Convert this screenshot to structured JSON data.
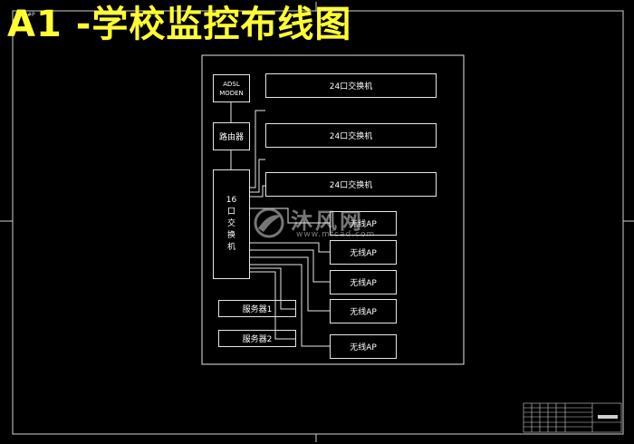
{
  "drawing": {
    "title": "A1 -学校监控布线图",
    "corner_mark": "#P"
  },
  "devices": {
    "adsl_line1": "ADSL",
    "adsl_line2": "MODEN",
    "router": "路由器",
    "switch16_chars": [
      "16",
      "口",
      "交",
      "换",
      "机"
    ],
    "switch24_a": "24口交换机",
    "switch24_b": "24口交换机",
    "switch24_c": "24口交换机",
    "server1": "服务器1",
    "server2": "服务器2",
    "ap1": "无线AP",
    "ap2": "无线AP",
    "ap3": "无线AP",
    "ap4": "无线AP",
    "ap5": "无线AP"
  },
  "watermark": {
    "text": "沐风网",
    "url": "www.mfcad.com"
  },
  "colors": {
    "background": "#000000",
    "lines": "#e6e6e6",
    "title": "#ffff33"
  }
}
